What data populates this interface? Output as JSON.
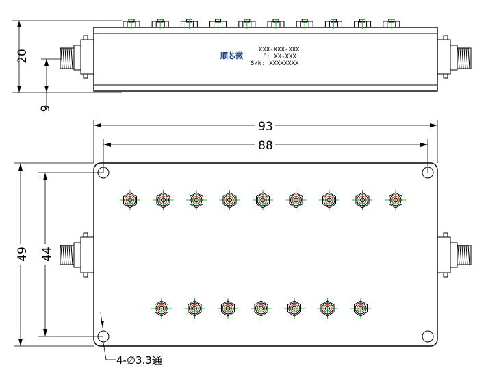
{
  "dimensions": {
    "side_height": "20",
    "connector_offset": "9",
    "overall_length": "93",
    "hole_spacing_length": "88",
    "overall_width": "49",
    "hole_spacing_width": "44"
  },
  "hole_note": "4-∅3.3通",
  "label": {
    "logo": "顺芯微",
    "part_number": "XXX-XXX-XXX",
    "frequency": "F: XX-XXX",
    "serial": "S/N: XXXXXXXX"
  },
  "colors": {
    "logo": "#1f3f8f",
    "port_center": "#cc3333",
    "crosshair": "#22bb22"
  },
  "ports": {
    "top_row_count": 9,
    "bottom_row_count": 7,
    "side_top_count": 10
  }
}
